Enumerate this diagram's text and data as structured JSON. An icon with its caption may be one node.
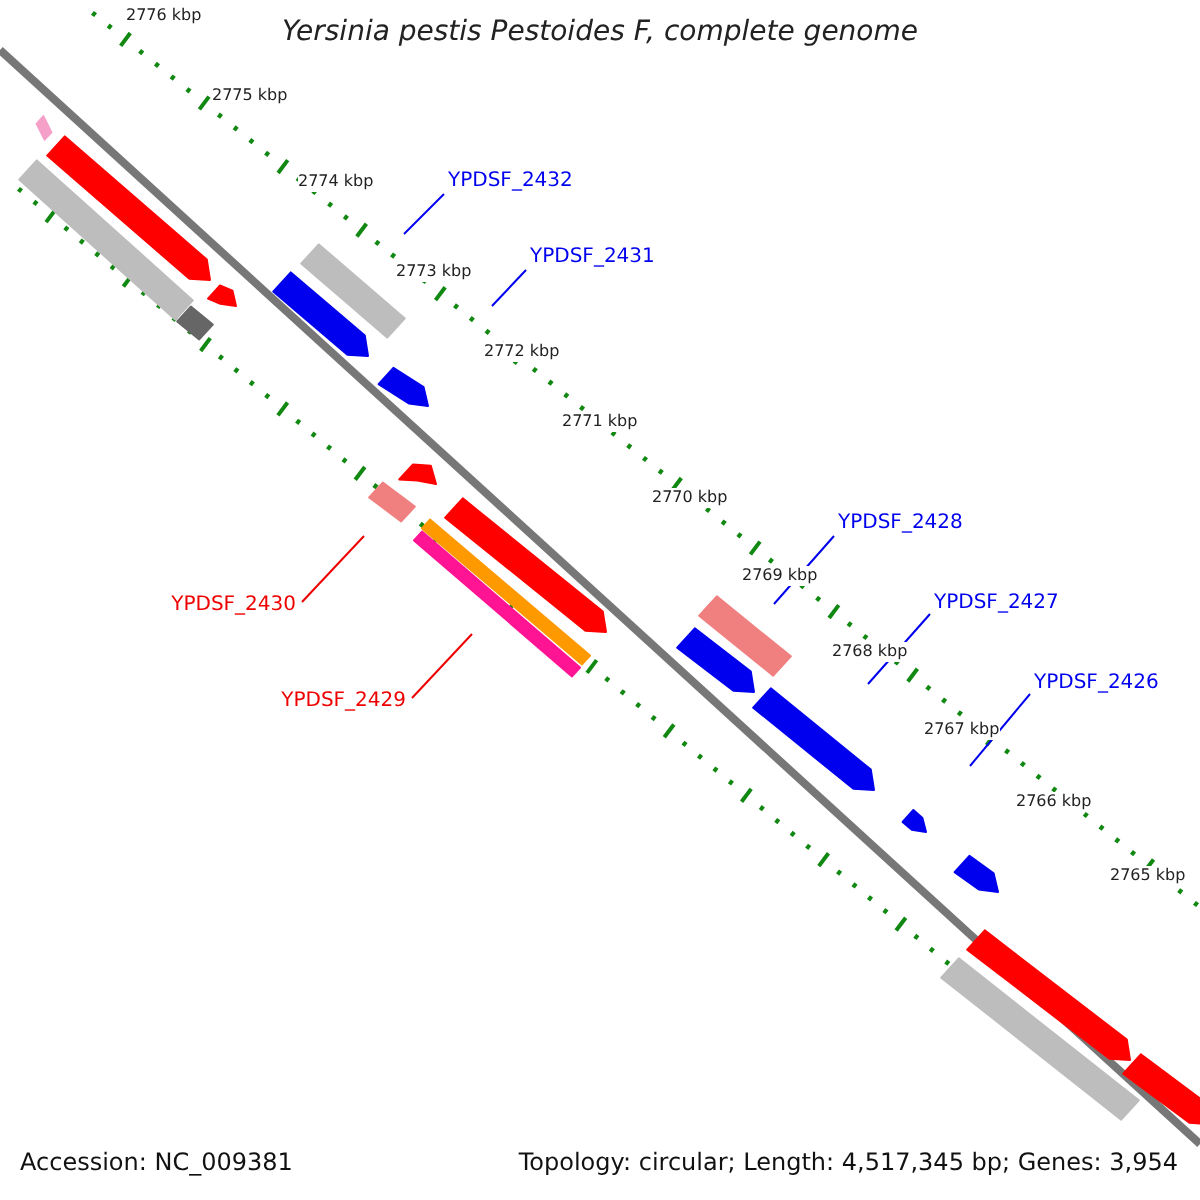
{
  "diagram": {
    "title": "Yersinia pestis Pestoides F, complete genome",
    "nodes": [
      {
        "text": [
          "YPDSF_2432"
        ]
      },
      {
        "text": [
          "YPDSF_2431"
        ]
      },
      {
        "text": [
          "YPDSF_2430"
        ]
      },
      {
        "text": [
          "YPDSF_2429"
        ]
      },
      {
        "text": [
          "YPDSF_2428"
        ]
      },
      {
        "text": [
          "YPDSF_2427"
        ]
      },
      {
        "text": [
          "YPDSF_2426"
        ]
      }
    ],
    "edges": [
      {
        "from": 0,
        "to": null,
        "arrow": "none"
      },
      {
        "from": 1,
        "to": null,
        "arrow": "none"
      },
      {
        "from": 2,
        "to": null,
        "arrow": "none",
        "color": "#ee0000"
      },
      {
        "from": 3,
        "to": null,
        "arrow": "none",
        "color": "#ee0000"
      },
      {
        "from": 4,
        "to": null,
        "arrow": "none"
      },
      {
        "from": 5,
        "to": null,
        "arrow": "none"
      },
      {
        "from": 6,
        "to": null,
        "arrow": "none"
      }
    ],
    "labels": [
      "2776 kbp",
      "2775 kbp",
      "2774 kbp",
      "2773 kbp",
      "2772 kbp",
      "2771 kbp",
      "2770 kbp",
      "2769 kbp",
      "2768 kbp",
      "2767 kbp",
      "2766 kbp",
      "2765 kbp",
      "Accession: NC_009381",
      "Topology: circular; Length: 4,517,345 bp; Genes: 3,954"
    ]
  }
}
